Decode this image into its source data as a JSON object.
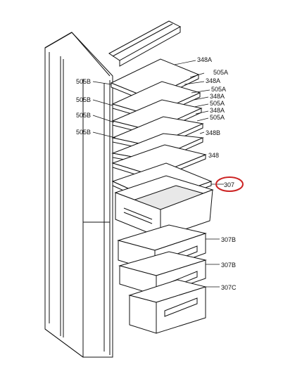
{
  "labels": {
    "l348A_top": "348A",
    "l505A_1": "505A",
    "l348A_2": "348A",
    "l505A_2": "505A",
    "l348A_3": "348A",
    "l505A_3": "505A",
    "l348A_4": "348A",
    "l505A_4": "505A",
    "l348B": "348B",
    "l348": "348",
    "l307": "307",
    "l307B": "307B",
    "l307B_2": "307B",
    "l307C": "307C",
    "l505B_1": "505B",
    "l505B_2": "505B",
    "l505B_3": "505B",
    "l505B_4": "505B"
  },
  "highlight_color": "#cc2222"
}
